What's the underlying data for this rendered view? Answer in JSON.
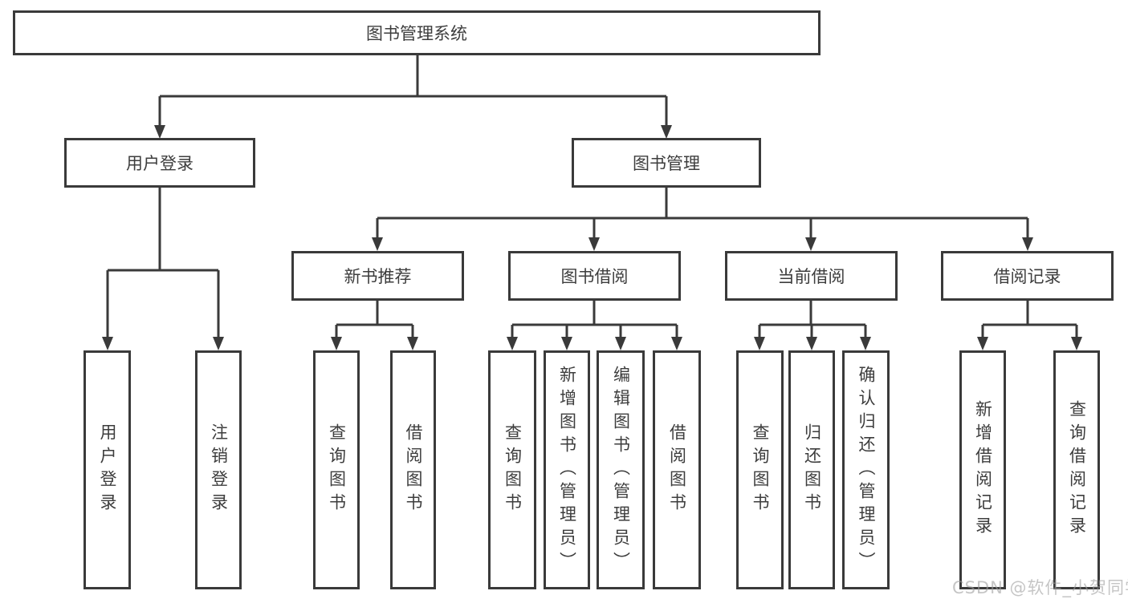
{
  "diagram": {
    "root": {
      "label": "图书管理系统"
    },
    "branches": [
      {
        "label": "用户登录",
        "children": [
          {
            "label": "用户登录"
          },
          {
            "label": "注销登录"
          }
        ]
      },
      {
        "label": "图书管理",
        "children": [
          {
            "label": "新书推荐",
            "children": [
              {
                "label": "查询图书"
              },
              {
                "label": "借阅图书"
              }
            ]
          },
          {
            "label": "图书借阅",
            "children": [
              {
                "label": "查询图书"
              },
              {
                "label": "新增图书（管理员）"
              },
              {
                "label": "编辑图书（管理员）"
              },
              {
                "label": "借阅图书"
              }
            ]
          },
          {
            "label": "当前借阅",
            "children": [
              {
                "label": "查询图书"
              },
              {
                "label": "归还图书"
              },
              {
                "label": "确认归还（管理员）"
              }
            ]
          },
          {
            "label": "借阅记录",
            "children": [
              {
                "label": "新增借阅记录"
              },
              {
                "label": "查询借阅记录"
              }
            ]
          }
        ]
      }
    ]
  },
  "watermark": {
    "text": "CSDN @软件_小贺同学"
  },
  "colors": {
    "line": "#3a3a3a",
    "box_border": "#3a3a3a",
    "box_fill": "#ffffff",
    "text": "#3d3d3d",
    "watermark": "#9e9e9e"
  }
}
